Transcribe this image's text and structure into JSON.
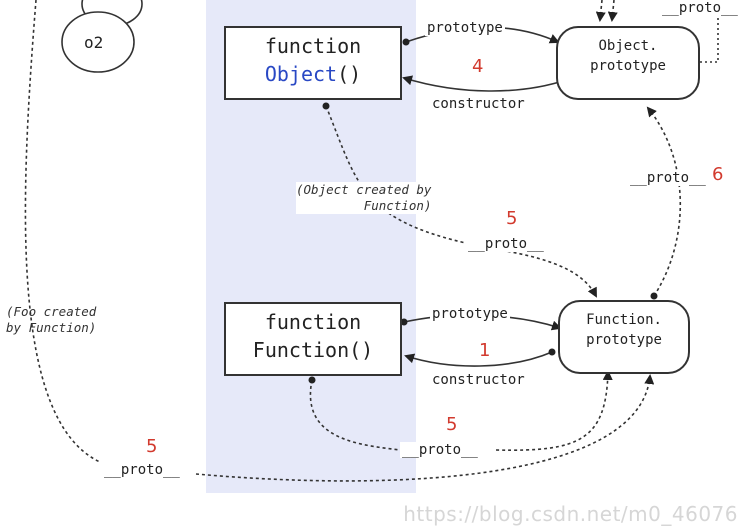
{
  "nodes": {
    "o2": "o2",
    "object_fn": {
      "line1": "function",
      "name": "Object",
      "parens": "()"
    },
    "object_proto": {
      "line1": "Object.",
      "line2": "prototype"
    },
    "function_fn": {
      "line1": "function",
      "line2": "Function()"
    },
    "function_proto": {
      "line1": "Function.",
      "line2": "prototype"
    }
  },
  "labels": {
    "prototype_top": "prototype",
    "constructor_top": "constructor",
    "proto_topright": "__proto__",
    "proto_6": "__proto__",
    "proto_object": "__proto__",
    "prototype_bottom": "prototype",
    "constructor_bottom": "constructor",
    "proto_function": "__proto__",
    "proto_foo": "__proto__"
  },
  "numbers": {
    "n4": "4",
    "n6": "6",
    "n5_object": "5",
    "n1": "1",
    "n5_function": "5",
    "n5_foo": "5"
  },
  "notes": {
    "object_created_line1": "(Object created by",
    "object_created_line2": "Function)",
    "foo_created_line1": "(Foo created",
    "foo_created_line2": "by Function)"
  },
  "watermark": "https://blog.csdn.net/m0_46076"
}
